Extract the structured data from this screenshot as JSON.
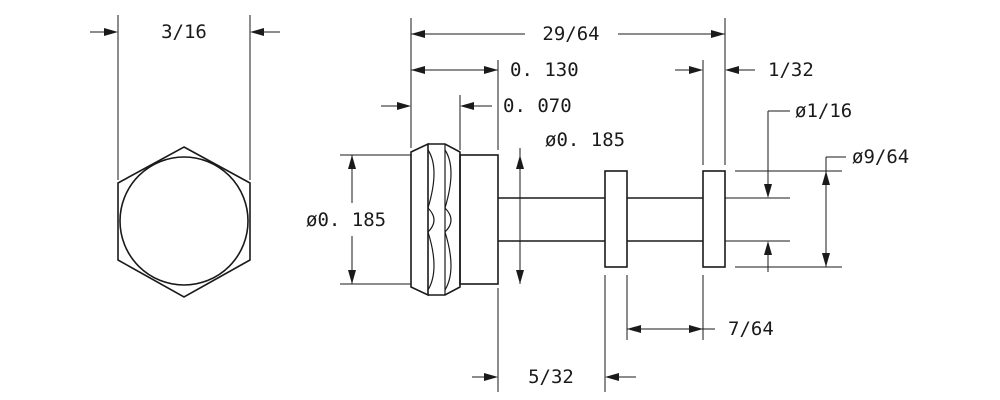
{
  "drawing": {
    "line_color": "#1a1a1a",
    "background": "#ffffff",
    "dimensions": {
      "hex_width": "3/16",
      "overall_length": "29/64",
      "head_length": "0. 130",
      "flange_length": "0. 070",
      "collar_width": "1/32",
      "pin_diameter": "ø1/16",
      "body_diameter": "ø0. 185",
      "head_diameter": "ø0. 185",
      "collar_diameter": "ø9/64",
      "collar_spacing": "7/64",
      "first_collar_offset": "5/32"
    }
  }
}
